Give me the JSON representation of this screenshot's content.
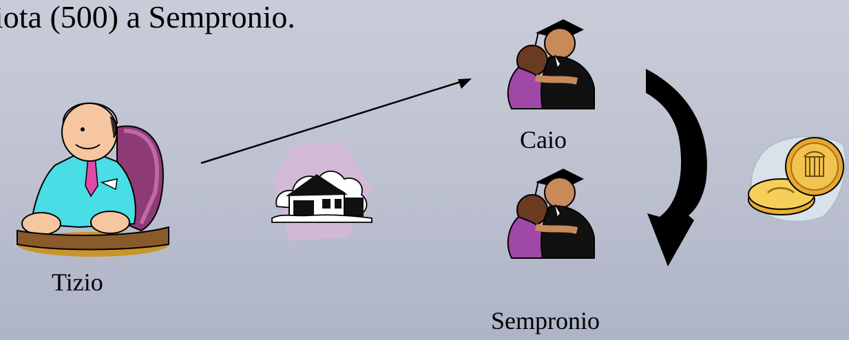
{
  "slide": {
    "title_text": "iota (500) a Sempronio.",
    "people": {
      "tizio": "Tizio",
      "caio": "Caio",
      "sempronio": "Sempronio"
    },
    "clipart": {
      "tizio": "seated-man-clipart",
      "house": "house-clipart",
      "caio": "graduates-hugging-clipart",
      "sempronio": "graduates-hugging-clipart",
      "coins": "coins-clipart"
    },
    "colors": {
      "background": "#bfc3d1",
      "arrow": "#000000"
    }
  }
}
